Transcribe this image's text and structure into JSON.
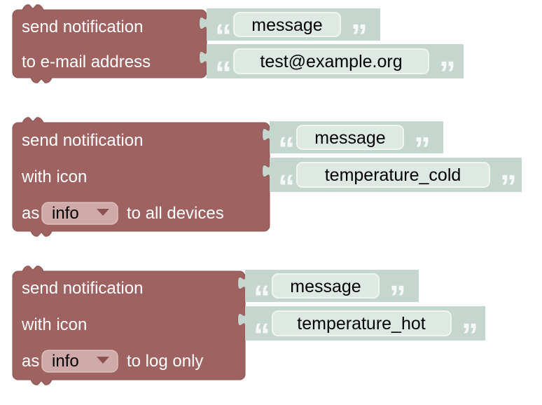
{
  "colors": {
    "statement_bg": "#9e6260",
    "statement_stroke": "#8a5351",
    "statement_text": "#ffffff",
    "value_bg": "#c5d6ce",
    "value_stroke": "#bccfc6",
    "field_bg": "#dfe9e4",
    "field_border": "#f0f5f1",
    "field_text": "#000000",
    "dropdown_bg": "#cfaaa8",
    "dropdown_border": "#ddbfbd",
    "dropdown_arrow": "#8a5351",
    "quote": "#ffffff",
    "canvas_bg": "#ffffff"
  },
  "quote_icons": {
    "open": "“",
    "close": "”"
  },
  "blocks": [
    {
      "name": "send-notification-email",
      "rows": [
        {
          "label": "send notification"
        },
        {
          "label": "to e-mail address"
        }
      ],
      "inputs": [
        {
          "value": "message"
        },
        {
          "value": "test@example.org"
        }
      ]
    },
    {
      "name": "send-notification-all-devices",
      "rows": [
        {
          "label": "send notification"
        },
        {
          "label": "with icon"
        }
      ],
      "footer": {
        "prefix": "as",
        "dropdown_value": "info",
        "suffix": "to all devices"
      },
      "inputs": [
        {
          "value": "message"
        },
        {
          "value": "temperature_cold"
        }
      ]
    },
    {
      "name": "send-notification-log-only",
      "rows": [
        {
          "label": "send notification"
        },
        {
          "label": "with icon"
        }
      ],
      "footer": {
        "prefix": "as",
        "dropdown_value": "info",
        "suffix": "to log only"
      },
      "inputs": [
        {
          "value": "message"
        },
        {
          "value": "temperature_hot"
        }
      ]
    }
  ]
}
